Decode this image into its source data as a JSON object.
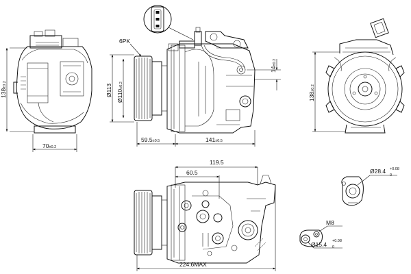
{
  "dimensions": {
    "belt": "6PK",
    "front_height": "138",
    "front_height_tol": "±0.2",
    "front_width": "70",
    "front_width_tol": "±0.2",
    "pulley_dia": "Ø113",
    "pulley_dia_inner": "Ø110",
    "pulley_dia_inner_tol": "±0.2",
    "pulley_offset": "59.5",
    "pulley_offset_tol": "±0.5",
    "body_length": "141",
    "body_length_tol": "±0.5",
    "port_offset": "14",
    "port_offset_tol": "±0.2",
    "rear_height": "138",
    "rear_height_tol": "±0.2",
    "top_length_1": "119.5",
    "top_length_2": "60.5",
    "max_length": "224.6MAX",
    "port_large_dia": "Ø28.4",
    "port_large_tol_upper": "+0.08",
    "port_large_tol_lower": "0",
    "port_small_thread": "M8",
    "port_small_dia": "Ø15.4",
    "port_small_tol_upper": "+0.08",
    "port_small_tol_lower": "0"
  }
}
